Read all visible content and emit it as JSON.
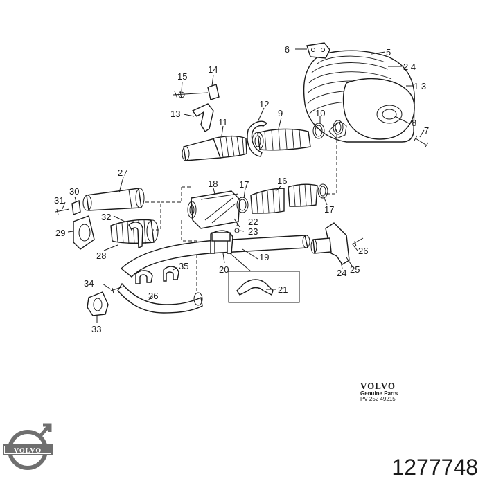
{
  "diagram": {
    "callouts": [
      "6",
      "5",
      "2 4",
      "1 3",
      "8",
      "7",
      "15",
      "14",
      "13",
      "12",
      "9",
      "10",
      "11",
      "27",
      "30",
      "31",
      "29",
      "32",
      "28",
      "18",
      "17",
      "16",
      "17",
      "22",
      "23",
      "26",
      "24",
      "25",
      "20",
      "19",
      "21",
      "35",
      "34",
      "36",
      "33"
    ]
  },
  "genuine_parts": {
    "brand": "VOLVO",
    "subtitle": "Genuine Parts",
    "reference": "PV 252   49215"
  },
  "logo": {
    "text": "VOLVO",
    "icon": "volvo-iron-mark-icon",
    "color": "#6f6f6f"
  },
  "part_number": "1277748"
}
